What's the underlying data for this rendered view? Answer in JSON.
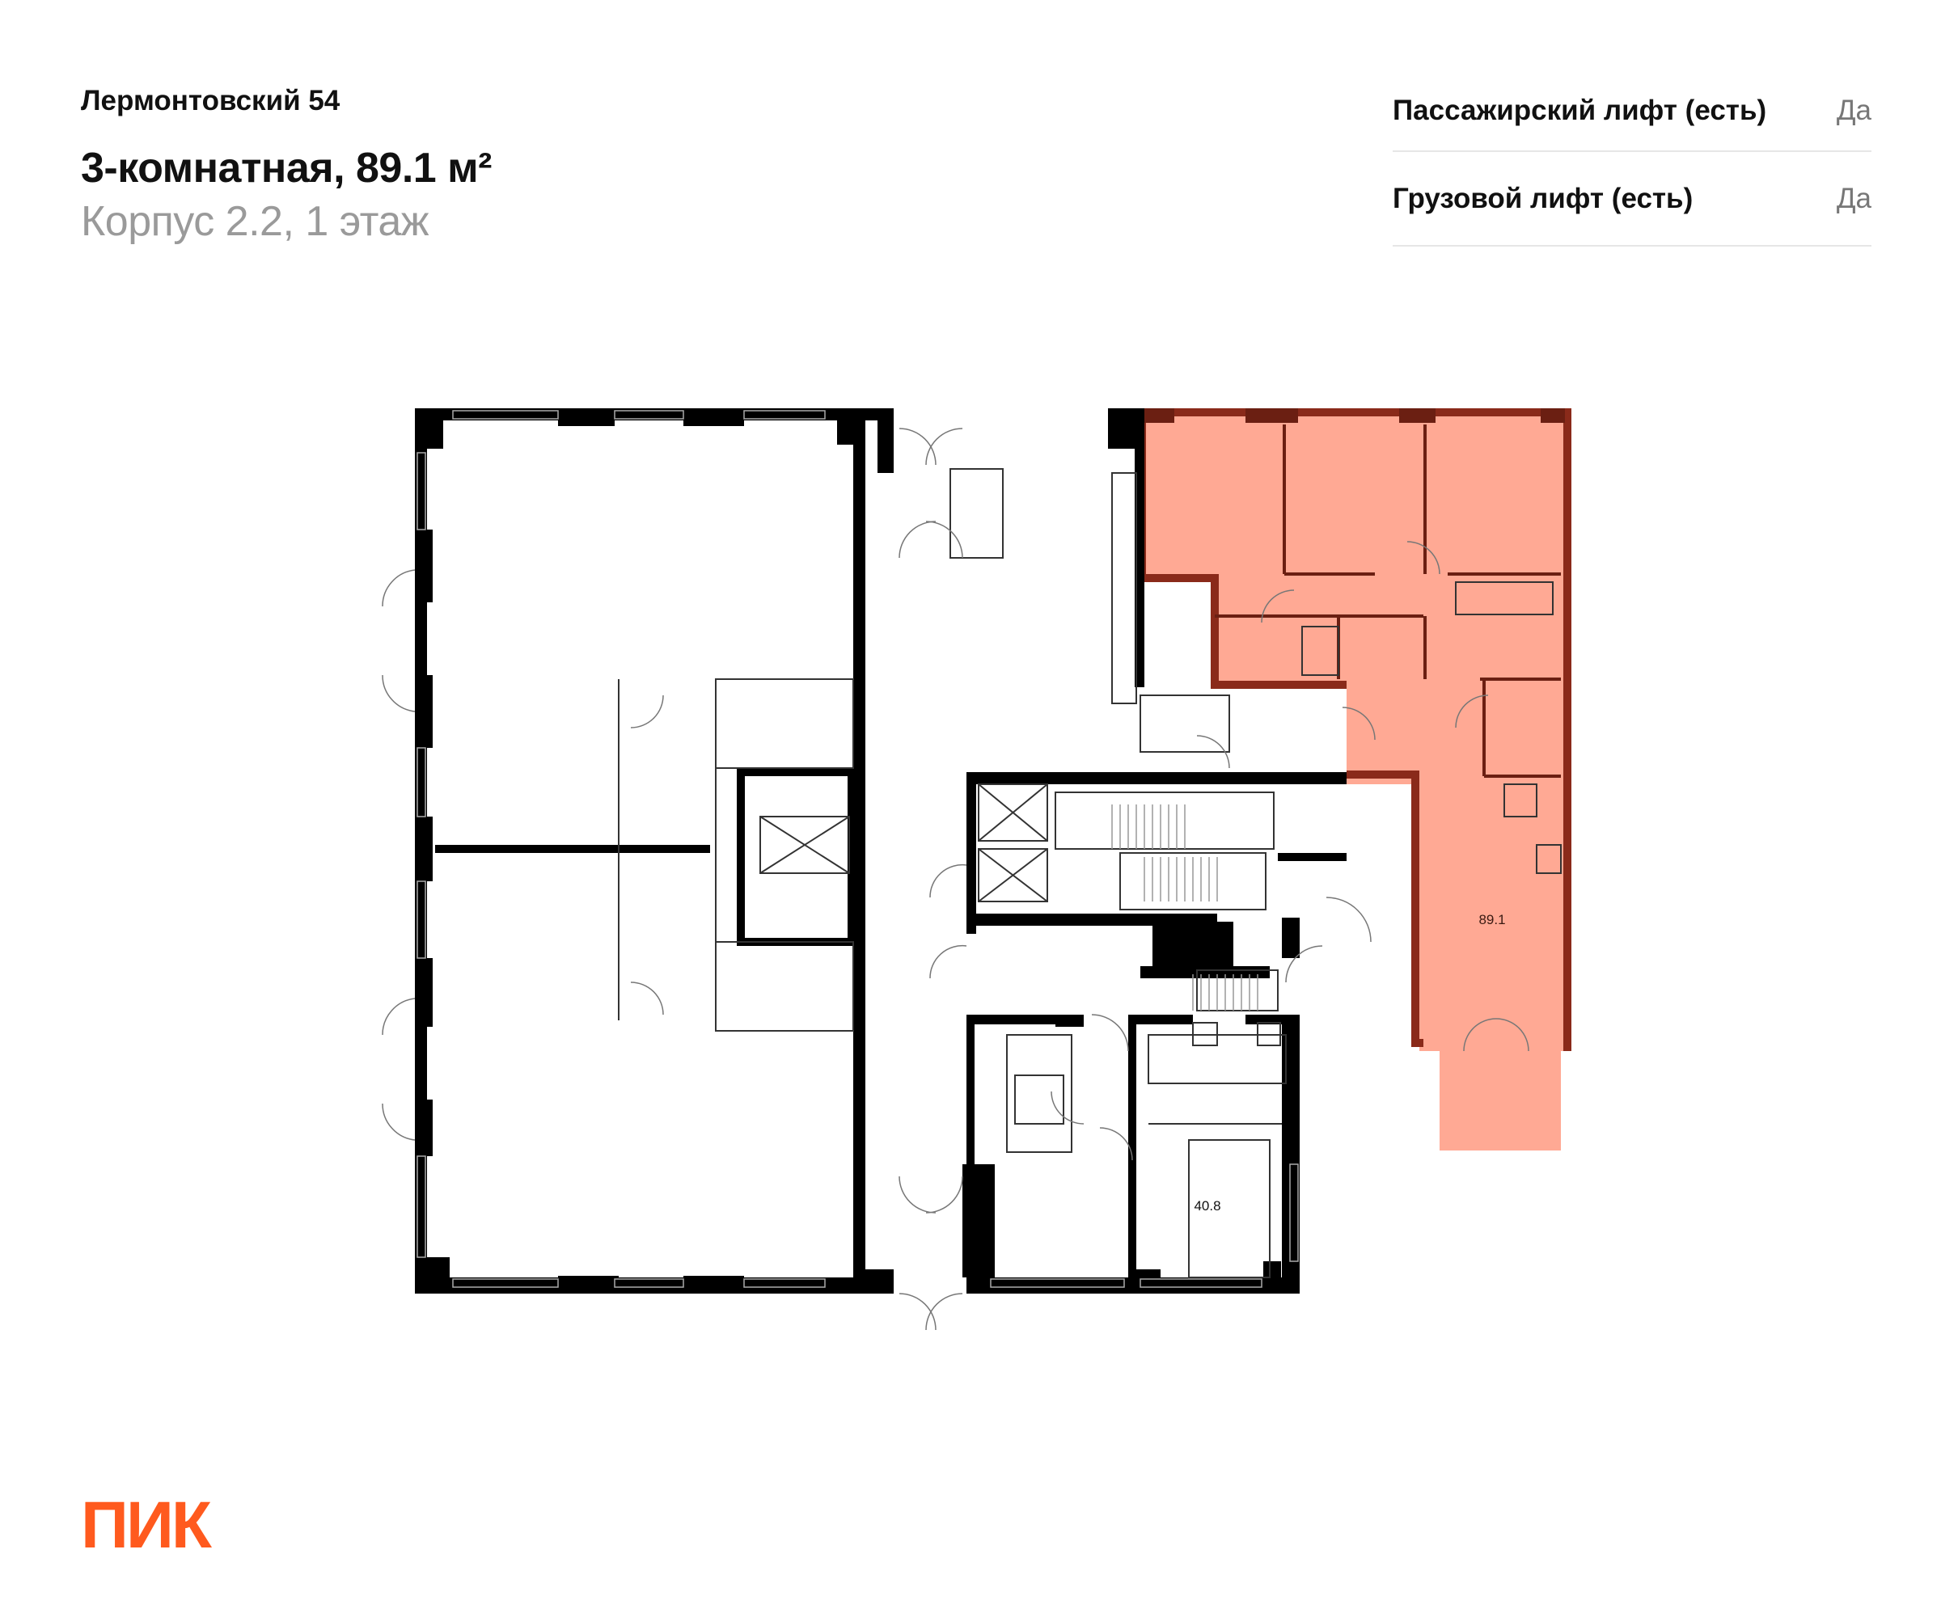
{
  "header": {
    "project_name": "Лермонтовский 54",
    "apartment_title": "3-комнатная, 89.1 м²",
    "location": "Корпус 2.2, 1 этаж"
  },
  "features": [
    {
      "label": "Пассажирский лифт (есть)",
      "value": "Да"
    },
    {
      "label": "Грузовой лифт (есть)",
      "value": "Да"
    }
  ],
  "plan": {
    "highlight_color": "#ffa994",
    "highlight_wall_color": "#8a2a1a",
    "units": [
      {
        "area_label": "89.1",
        "highlighted": true
      },
      {
        "area_label": "40.8",
        "highlighted": false
      }
    ]
  },
  "brand": {
    "logo_text": "ПИК",
    "logo_color": "#ff5a1e"
  }
}
